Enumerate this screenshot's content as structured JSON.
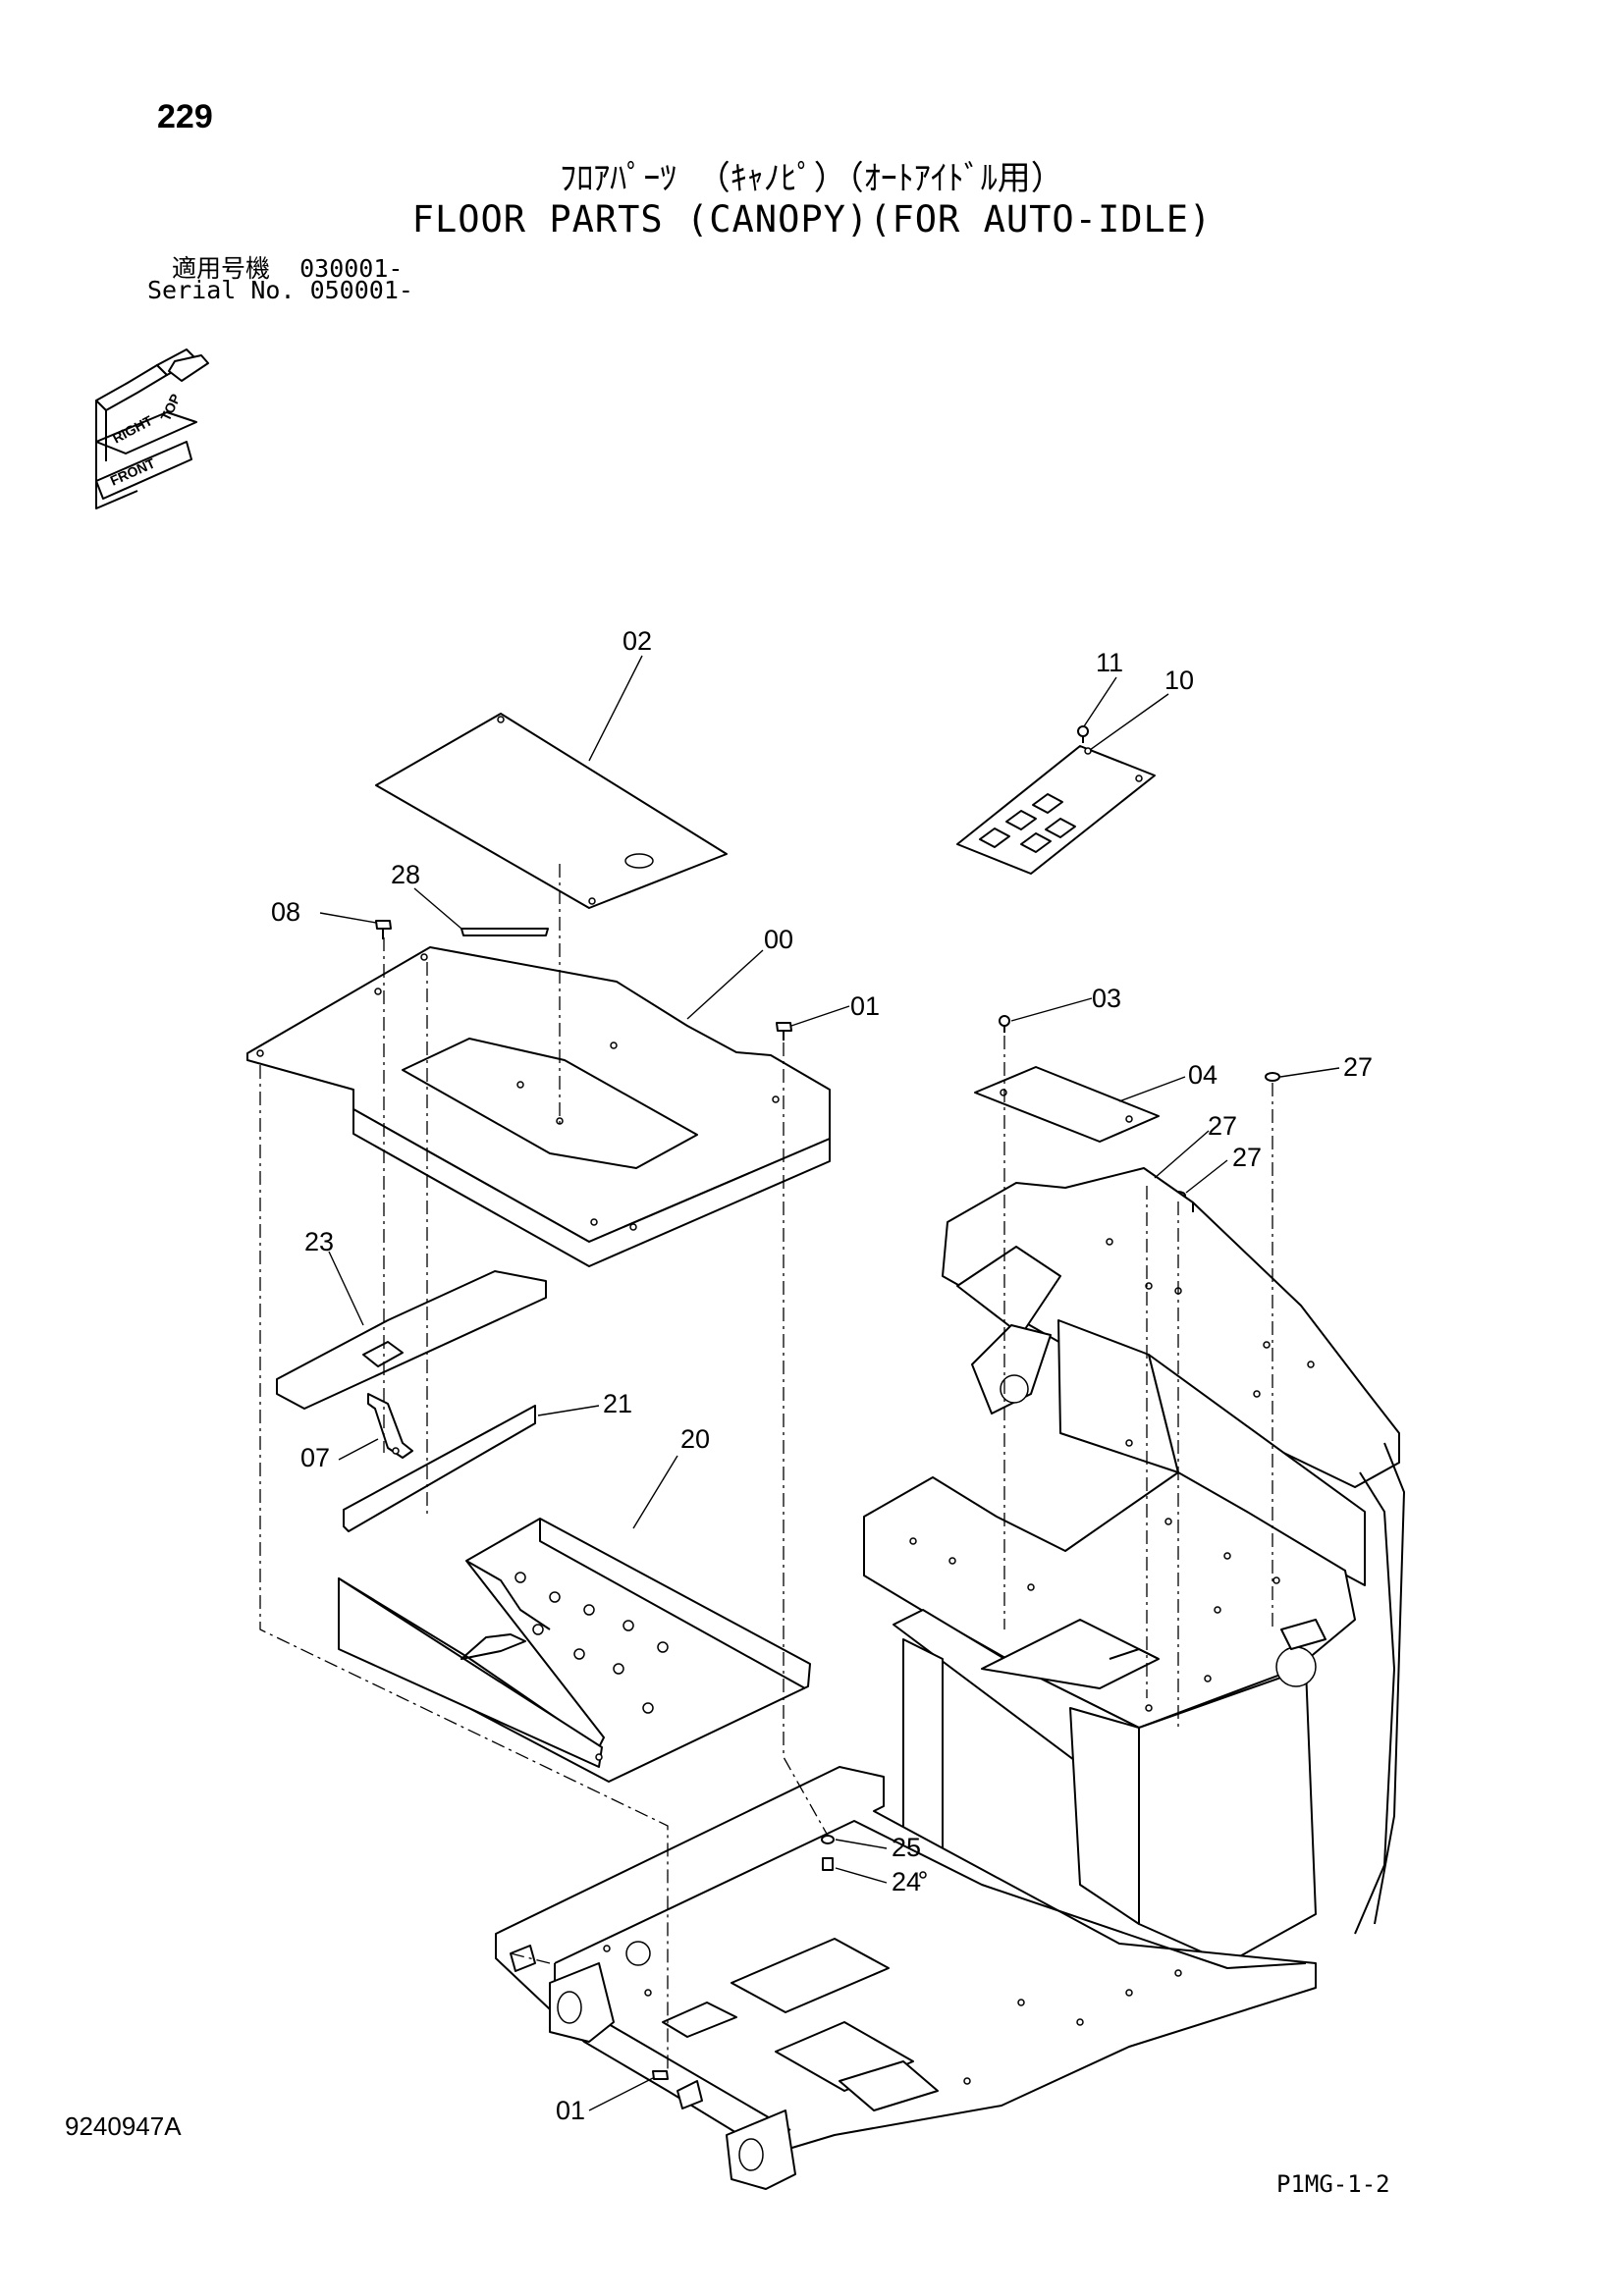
{
  "header": {
    "page_number": "229",
    "title_jp": "ﾌﾛｱﾊﾟｰﾂ （ｷｬﾉﾋﾟ）（ｵｰﾄｱｲﾄﾞﾙ用）",
    "title_en": "FLOOR PARTS (CANOPY)(FOR AUTO-IDLE)",
    "serial_jp": "適用号機  030001-",
    "serial_en": "Serial No. 050001-"
  },
  "orientation_icon": {
    "labels": {
      "top": "TOP",
      "right": "RIGHT",
      "front": "FRONT"
    }
  },
  "callouts": [
    {
      "id": "c02",
      "label": "02"
    },
    {
      "id": "c11",
      "label": "11"
    },
    {
      "id": "c10",
      "label": "10"
    },
    {
      "id": "c28",
      "label": "28"
    },
    {
      "id": "c08",
      "label": "08"
    },
    {
      "id": "c00",
      "label": "00"
    },
    {
      "id": "c01a",
      "label": "01"
    },
    {
      "id": "c03",
      "label": "03"
    },
    {
      "id": "c04",
      "label": "04"
    },
    {
      "id": "c27a",
      "label": "27"
    },
    {
      "id": "c27b",
      "label": "27"
    },
    {
      "id": "c27c",
      "label": "27"
    },
    {
      "id": "c23",
      "label": "23"
    },
    {
      "id": "c21",
      "label": "21"
    },
    {
      "id": "c07",
      "label": "07"
    },
    {
      "id": "c20",
      "label": "20"
    },
    {
      "id": "c25",
      "label": "25"
    },
    {
      "id": "c24",
      "label": "24"
    },
    {
      "id": "c01b",
      "label": "01"
    }
  ],
  "footer": {
    "doc_number": "9240947A",
    "page_code": "P1MG-1-2"
  }
}
